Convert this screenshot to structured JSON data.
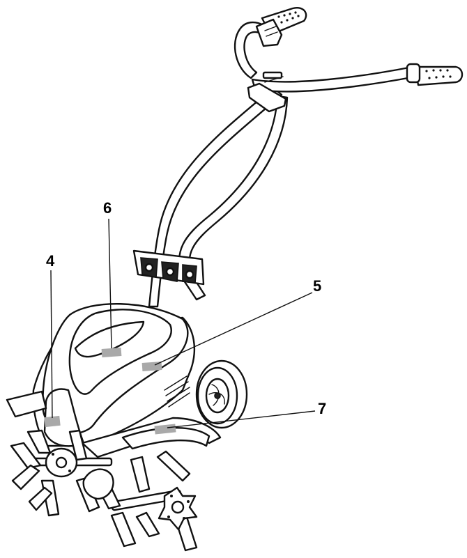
{
  "callouts": {
    "label_4": "4",
    "label_5": "5",
    "label_6": "6",
    "label_7": "7"
  },
  "colors": {
    "ink": "#111111",
    "label_patch": "#a9a9a9",
    "background": "#ffffff"
  }
}
